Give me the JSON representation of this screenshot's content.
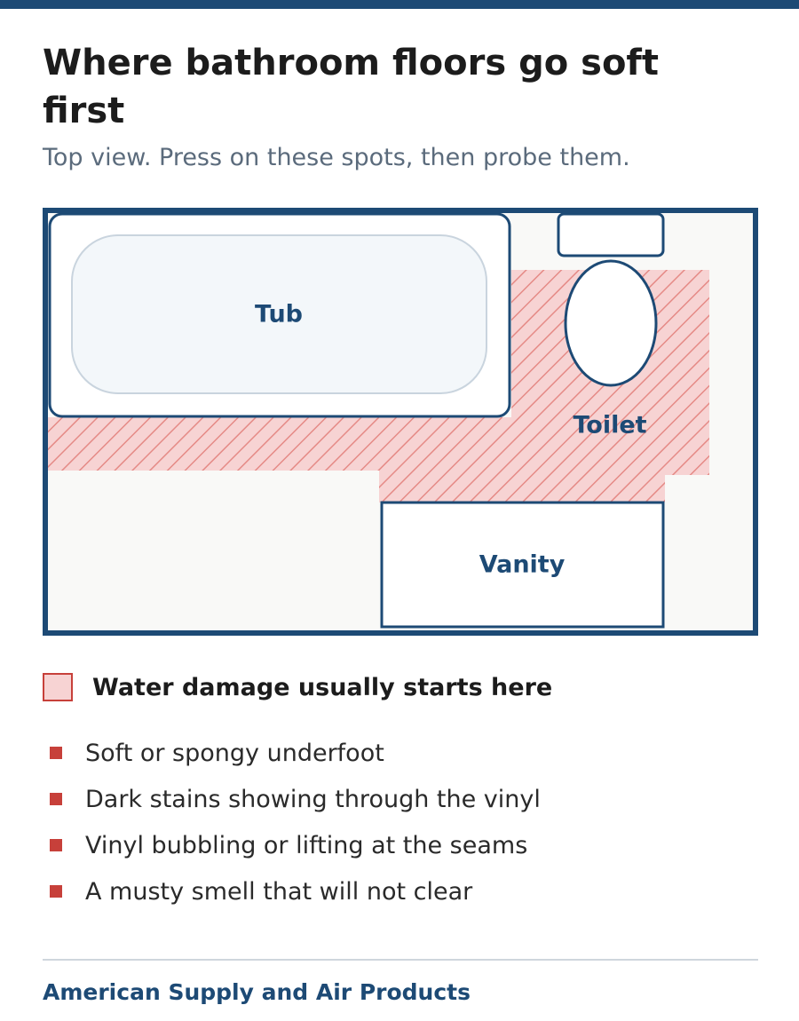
{
  "title": "Where bathroom floors go soft first",
  "subtitle": "Top view. Press on these spots, then probe them.",
  "plan": {
    "tub_label": "Tub",
    "toilet_label": "Toilet",
    "vanity_label": "Vanity"
  },
  "legend": {
    "label": "Water damage usually starts here"
  },
  "signs": [
    "Soft or spongy underfoot",
    "Dark stains showing through the vinyl",
    "Vinyl bubbling or lifting at the seams",
    "A musty smell that will not clear"
  ],
  "footer": "American Supply and Air Products",
  "colors": {
    "brand": "#1d4a75",
    "damage": "#c7403a",
    "damage_fill": "#f7d3d3"
  }
}
